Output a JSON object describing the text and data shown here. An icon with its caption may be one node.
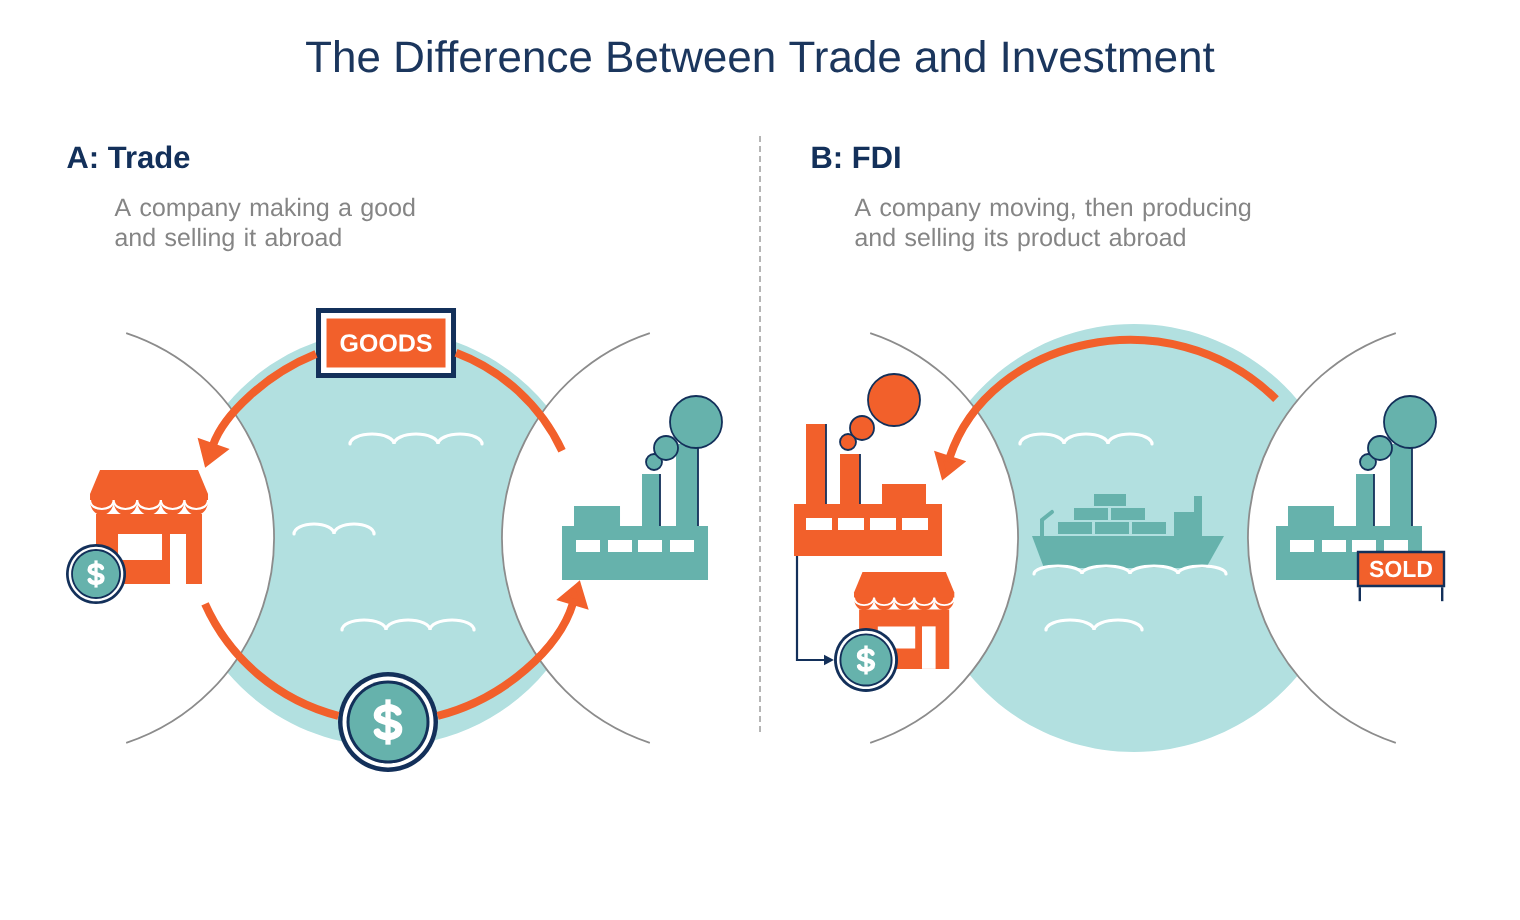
{
  "diagram": {
    "title": "The Difference Between Trade and Investment",
    "nodes": [
      {
        "text": [
          "GOODS"
        ]
      },
      {
        "text": [],
        "shape": "picture"
      },
      {
        "text": [],
        "shape": "picture"
      },
      {
        "text": [],
        "shape": "circle"
      },
      {
        "text": [],
        "shape": "picture"
      },
      {
        "text": [],
        "shape": "circle"
      },
      {
        "text": [],
        "shape": "picture"
      },
      {
        "text": [
          "SOLD"
        ]
      }
    ],
    "edges": [
      {
        "from": 2,
        "to": 0,
        "arrow": "none"
      },
      {
        "from": 0,
        "to": 1,
        "arrow": "to"
      },
      {
        "from": 1,
        "to": 3,
        "arrow": "none"
      },
      {
        "from": 3,
        "to": 2,
        "arrow": "to"
      },
      {
        "from": 6,
        "to": 4,
        "arrow": "to"
      },
      {
        "from": 4,
        "to": 5,
        "arrow": "to",
        "color": "#13305a"
      }
    ],
    "labels": [
      "A: Trade",
      "A company making a good and selling it abroad",
      "B: FDI",
      "A company moving, then producing and selling its product abroad"
    ]
  }
}
